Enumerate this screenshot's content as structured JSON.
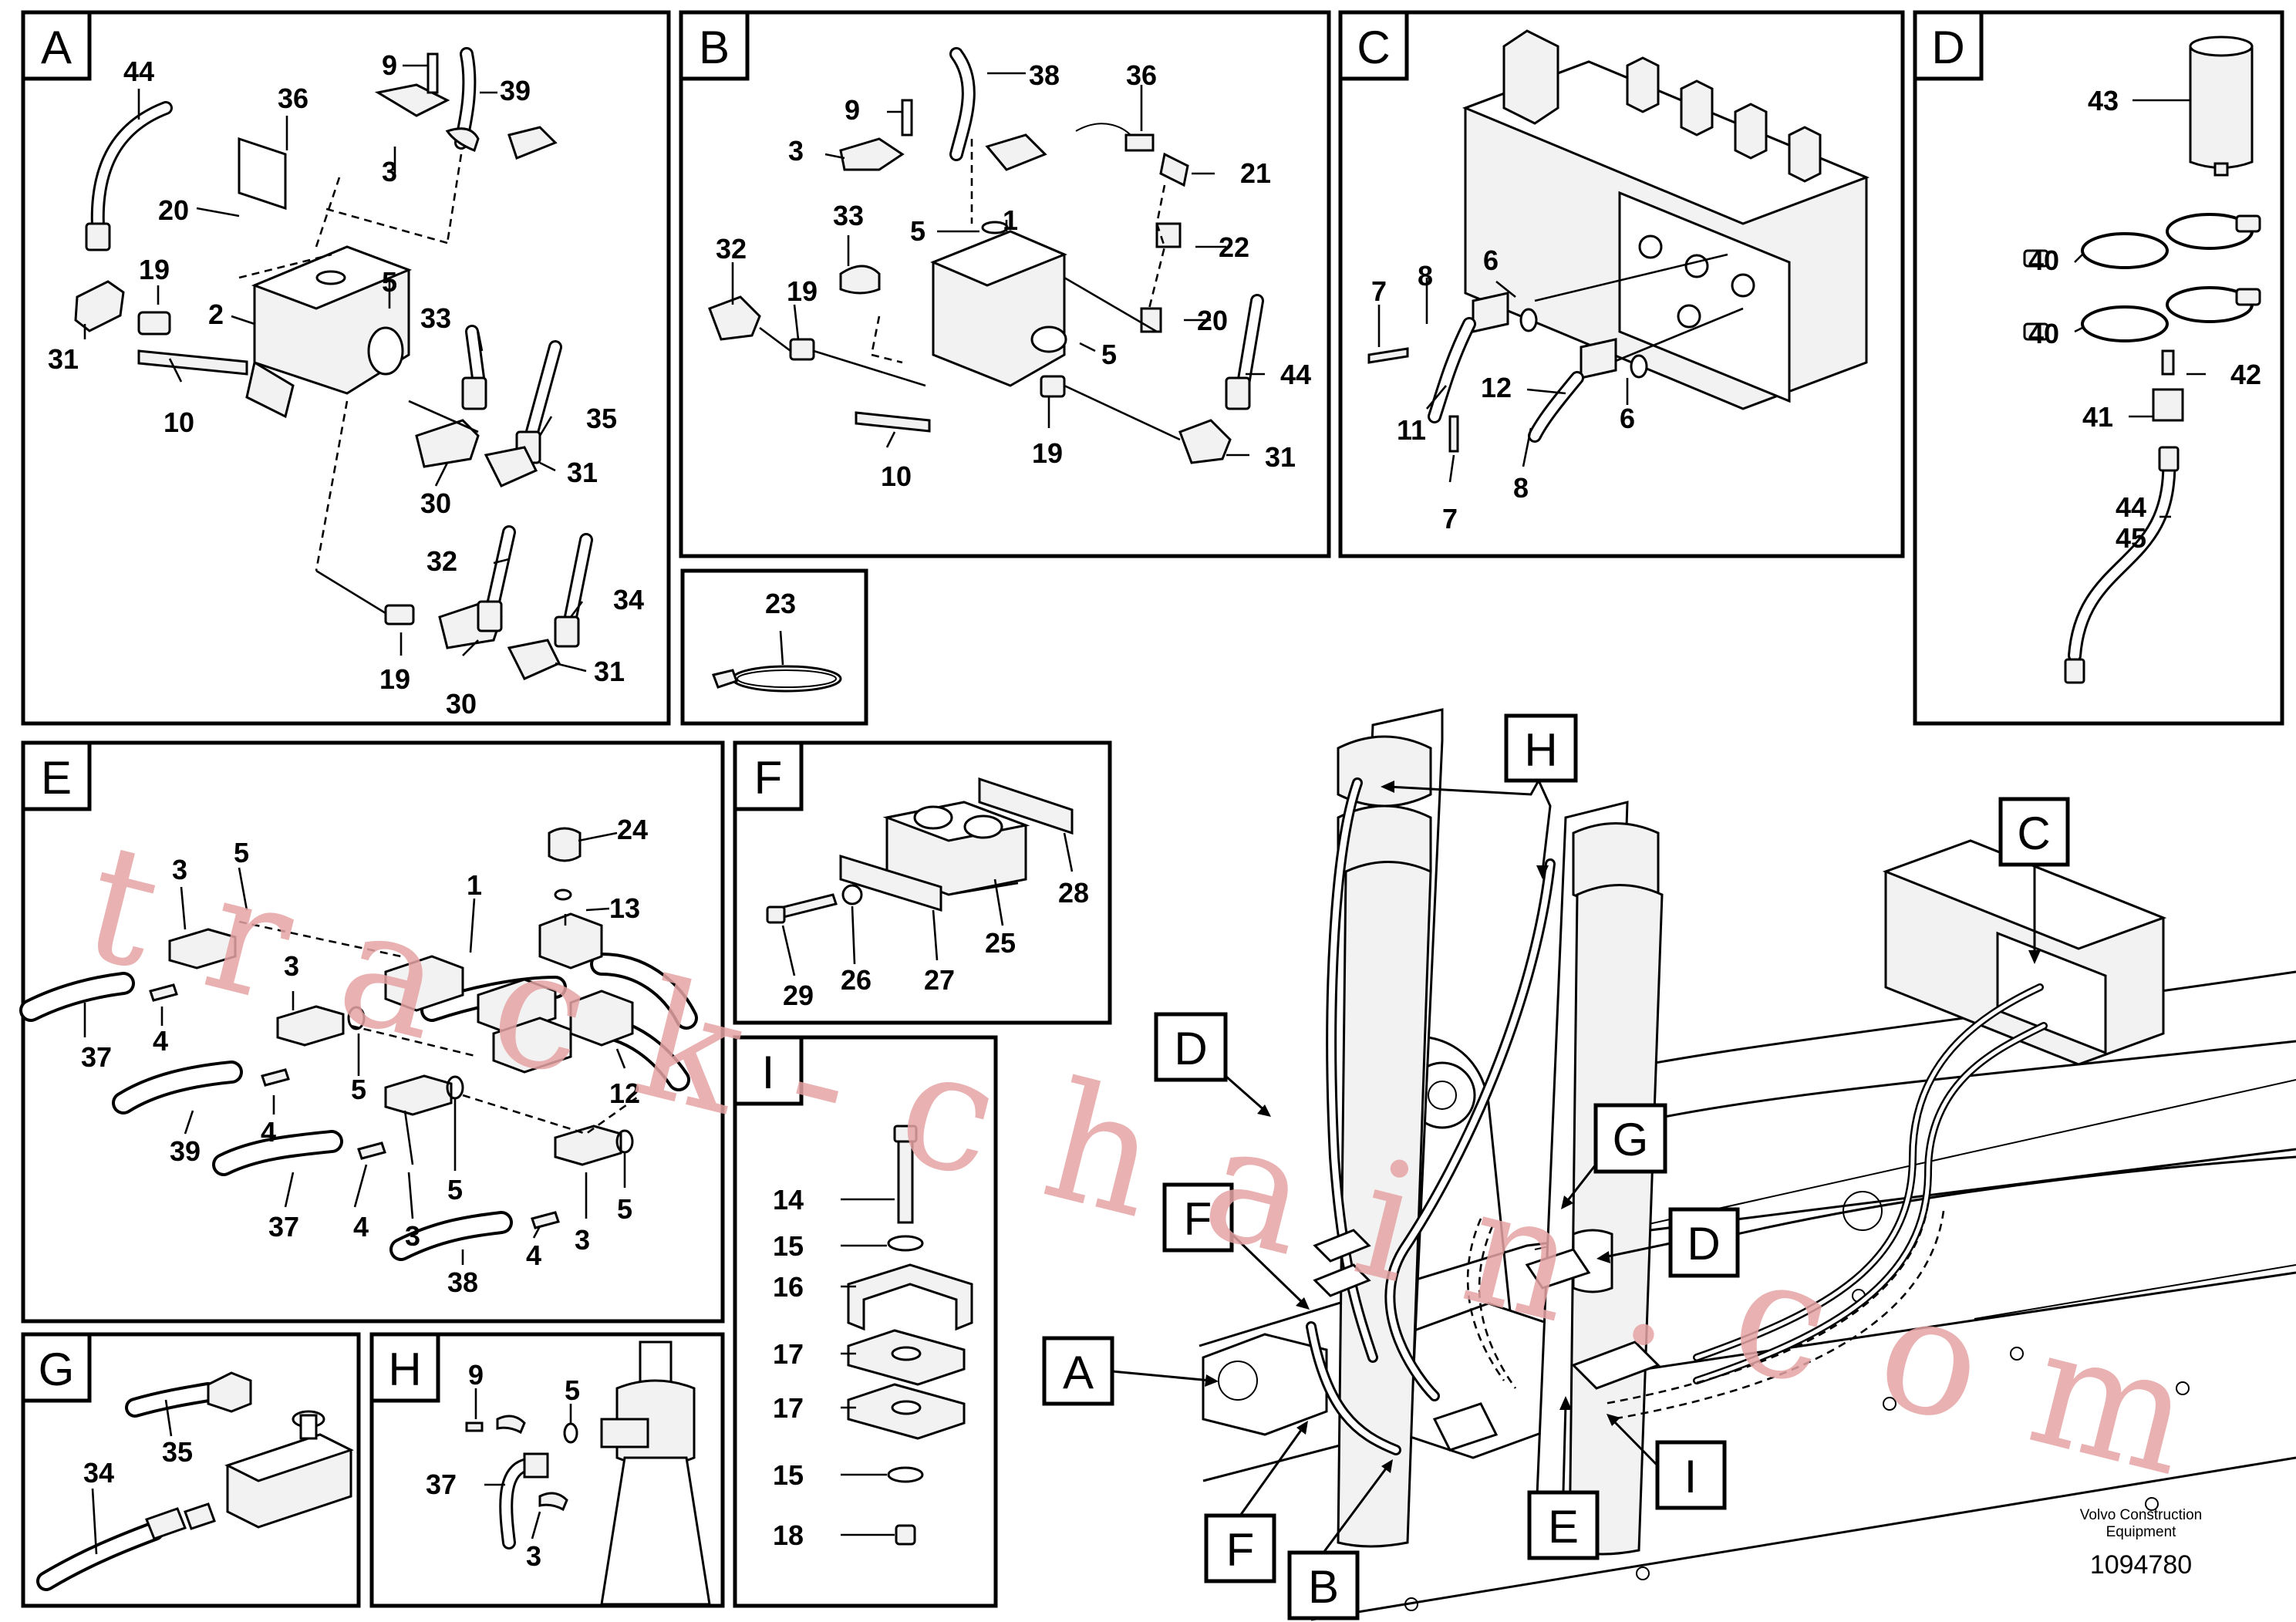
{
  "panels": {
    "A": {
      "tag": "A",
      "callouts": [
        "44",
        "36",
        "9",
        "39",
        "3",
        "20",
        "19",
        "5",
        "2",
        "33",
        "31",
        "10",
        "35",
        "31",
        "30",
        "32",
        "34",
        "19",
        "30",
        "31"
      ]
    },
    "B": {
      "tag": "B",
      "callouts": [
        "38",
        "9",
        "36",
        "3",
        "21",
        "33",
        "5",
        "1",
        "22",
        "32",
        "19",
        "20",
        "5",
        "44",
        "10",
        "19",
        "31"
      ]
    },
    "C": {
      "tag": "C",
      "callouts": [
        "6",
        "8",
        "7",
        "12",
        "6",
        "11",
        "8",
        "7"
      ]
    },
    "D": {
      "tag": "D",
      "callouts": [
        "43",
        "40",
        "40",
        "42",
        "41",
        "44",
        "45"
      ]
    },
    "E": {
      "tag": "E",
      "callouts": [
        "24",
        "3",
        "5",
        "1",
        "13",
        "3",
        "37",
        "4",
        "5",
        "12",
        "39",
        "4",
        "5",
        "37",
        "3",
        "4",
        "5",
        "38",
        "4",
        "3"
      ]
    },
    "F": {
      "tag": "F",
      "callouts": [
        "28",
        "25",
        "26",
        "27",
        "29"
      ]
    },
    "G": {
      "tag": "G",
      "callouts": [
        "35",
        "34"
      ]
    },
    "H": {
      "tag": "H",
      "callouts": [
        "9",
        "5",
        "37",
        "3"
      ]
    },
    "I": {
      "tag": "I",
      "callouts": [
        "14",
        "15",
        "16",
        "17",
        "17",
        "15",
        "18"
      ]
    },
    "tie": {
      "callouts": [
        "23"
      ]
    }
  },
  "overview": {
    "tags": [
      "H",
      "C",
      "D",
      "G",
      "F",
      "D",
      "A",
      "F",
      "B",
      "E",
      "I"
    ]
  },
  "watermark": "track-chain.com",
  "brand": {
    "line1": "Volvo Construction",
    "line2": "Equipment"
  },
  "doc_number": "1094780"
}
